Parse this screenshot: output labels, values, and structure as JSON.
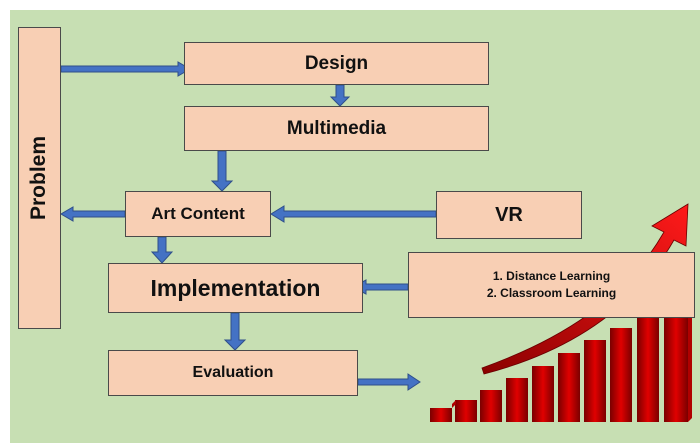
{
  "diagram": {
    "nodes": {
      "problem": "Problem",
      "design": "Design",
      "multimedia": "Multimedia",
      "art_content": "Art Content",
      "vr": "VR",
      "implementation": "Implementation",
      "learning_modes": [
        "1. Distance Learning",
        "2. Classroom Learning"
      ],
      "evaluation": "Evaluation"
    },
    "edges": [
      [
        "problem",
        "design"
      ],
      [
        "design",
        "multimedia"
      ],
      [
        "multimedia",
        "art_content"
      ],
      [
        "art_content",
        "problem"
      ],
      [
        "vr",
        "art_content"
      ],
      [
        "art_content",
        "implementation"
      ],
      [
        "learning_modes",
        "implementation"
      ],
      [
        "implementation",
        "evaluation"
      ],
      [
        "evaluation",
        "growth_chart"
      ]
    ]
  },
  "colors": {
    "background": "#c7dfb3",
    "box_fill": "#f8cfb4",
    "arrow_fill": "#4472c4",
    "bars": "#c00000",
    "trend_arrow": "#d40000"
  },
  "growth_chart_icon": "rising-bar-chart-with-red-arrow-icon"
}
